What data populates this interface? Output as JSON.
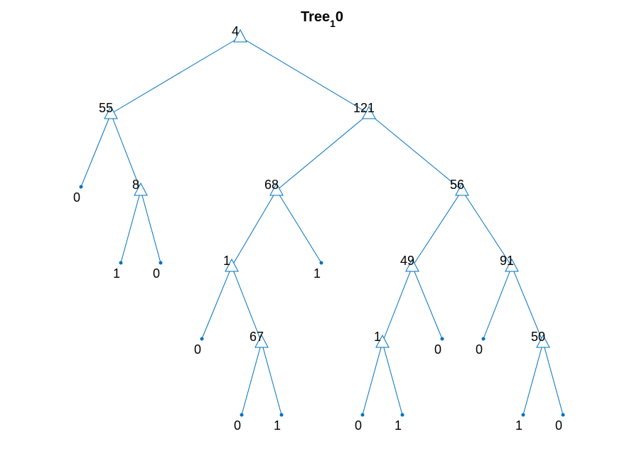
{
  "title": {
    "main": "Tree",
    "sub": "1",
    "suffix": "0"
  },
  "colors": {
    "tree": "#0072BD",
    "text": "#000000",
    "background": "#ffffff"
  },
  "tree": {
    "nodes": [
      {
        "id": "n0",
        "type": "split",
        "label": "4"
      },
      {
        "id": "n1",
        "type": "split",
        "label": "55",
        "parent": "n0"
      },
      {
        "id": "n2",
        "type": "split",
        "label": "121",
        "parent": "n0"
      },
      {
        "id": "n3",
        "type": "leaf",
        "label": "0",
        "parent": "n1"
      },
      {
        "id": "n4",
        "type": "split",
        "label": "8",
        "parent": "n1"
      },
      {
        "id": "n5",
        "type": "leaf",
        "label": "1",
        "parent": "n4"
      },
      {
        "id": "n6",
        "type": "leaf",
        "label": "0",
        "parent": "n4"
      },
      {
        "id": "n7",
        "type": "split",
        "label": "68",
        "parent": "n2"
      },
      {
        "id": "n8",
        "type": "split",
        "label": "56",
        "parent": "n2"
      },
      {
        "id": "n9",
        "type": "split",
        "label": "1",
        "parent": "n7"
      },
      {
        "id": "n10",
        "type": "leaf",
        "label": "1",
        "parent": "n7"
      },
      {
        "id": "n11",
        "type": "leaf",
        "label": "0",
        "parent": "n9"
      },
      {
        "id": "n12",
        "type": "split",
        "label": "67",
        "parent": "n9"
      },
      {
        "id": "n13",
        "type": "leaf",
        "label": "0",
        "parent": "n12"
      },
      {
        "id": "n14",
        "type": "leaf",
        "label": "1",
        "parent": "n12"
      },
      {
        "id": "n15",
        "type": "split",
        "label": "49",
        "parent": "n8"
      },
      {
        "id": "n16",
        "type": "split",
        "label": "91",
        "parent": "n8"
      },
      {
        "id": "n17",
        "type": "split",
        "label": "1",
        "parent": "n15"
      },
      {
        "id": "n18",
        "type": "leaf",
        "label": "0",
        "parent": "n15"
      },
      {
        "id": "n19",
        "type": "leaf",
        "label": "0",
        "parent": "n17"
      },
      {
        "id": "n20",
        "type": "leaf",
        "label": "1",
        "parent": "n17"
      },
      {
        "id": "n21",
        "type": "leaf",
        "label": "0",
        "parent": "n16"
      },
      {
        "id": "n22",
        "type": "split",
        "label": "50",
        "parent": "n16"
      },
      {
        "id": "n23",
        "type": "leaf",
        "label": "1",
        "parent": "n22"
      },
      {
        "id": "n24",
        "type": "leaf",
        "label": "0",
        "parent": "n22"
      }
    ]
  }
}
